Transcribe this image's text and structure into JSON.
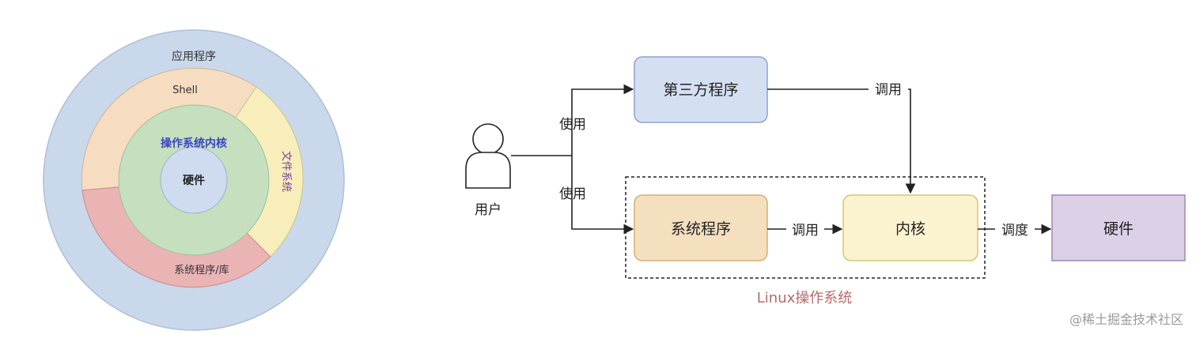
{
  "ring_diagram": {
    "outer_label": "应用程序",
    "shell_label": "Shell",
    "fs_label": "文件系统",
    "lib_label": "系统程序/库",
    "kernel_label": "操作系统内核",
    "hardware_label": "硬件"
  },
  "flow_diagram": {
    "user_label": "用户",
    "use_top_label": "使用",
    "use_bottom_label": "使用",
    "third_party_label": "第三方程序",
    "call_top_label": "调用",
    "system_program_label": "系统程序",
    "call_mid_label": "调用",
    "kernel_label": "内核",
    "schedule_label": "调度",
    "hardware_label": "硬件",
    "os_group_label": "Linux操作系统"
  },
  "watermark": "@稀土掘金技术社区",
  "colors": {
    "outer_ring": "#c9d8eb",
    "shell_seg": "#f6dcc0",
    "fs_seg": "#f8eebc",
    "lib_seg": "#eab4b4",
    "kernel_ring": "#c5dfbf",
    "hardware_core": "#cfdcf0",
    "third_party_box": "#d5dff2",
    "system_program_box": "#f4dfbe",
    "kernel_box": "#fbf3cf",
    "hardware_box": "#dcd0e6",
    "kernel_text": "#3c44c6",
    "os_group_text": "#b86a6a",
    "fs_text": "#7a3f9a"
  }
}
